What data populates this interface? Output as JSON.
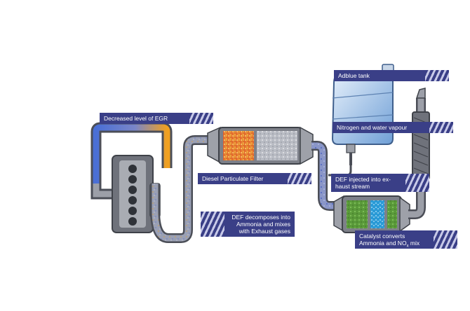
{
  "labels": {
    "adblue_tank": "Adblue tank",
    "decreased_egr": "Decreased level of EGR",
    "nitrogen_water": "Nitrogen and water vapour",
    "dpf": "Diesel Particulate Filter",
    "def_injected_1": "DEF injected into ex-",
    "def_injected_2": "haust stream",
    "def_decomposes_1": "DEF decomposes into",
    "def_decomposes_2": "Ammonia and mixes",
    "def_decomposes_3": "with Exhaust gases",
    "catalyst_1": "Catalyst converts",
    "catalyst_2a": "Ammonia and NO",
    "catalyst_2sub": "x",
    "catalyst_2b": " mix"
  },
  "colors": {
    "label_bg": "#3a3f87",
    "pipe": "#8c8f96",
    "egr_cool": "#4a6fd6",
    "egr_hot": "#f0a020",
    "dpf_hot": "#e05a2a",
    "catalyst_green": "#5a9a3a",
    "catalyst_blue": "#2a9ad6"
  }
}
